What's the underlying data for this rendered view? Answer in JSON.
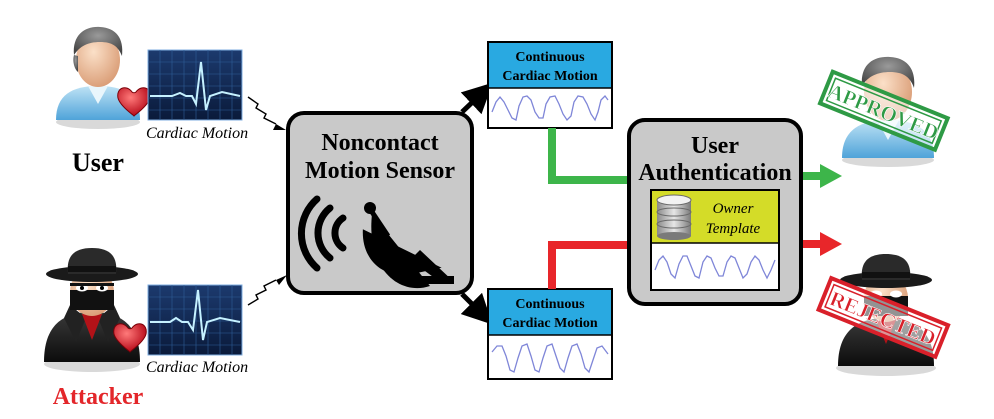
{
  "labels": {
    "user": "User",
    "attacker": "Attacker",
    "cardiac_motion_top": "Cardiac Motion",
    "cardiac_motion_bottom": "Cardiac Motion"
  },
  "sensor": {
    "line1": "Noncontact",
    "line2": "Motion Sensor"
  },
  "motion_top": {
    "line1": "Continuous",
    "line2": "Cardiac Motion"
  },
  "motion_bottom": {
    "line1": "Continuous",
    "line2": "Cardiac Motion"
  },
  "auth": {
    "line1": "User",
    "line2": "Authentication",
    "template_line1": "Owner",
    "template_line2": "Template"
  },
  "stamps": {
    "approved": "APPROVED",
    "rejected": "REJECTED"
  },
  "colors": {
    "approved_path": "#3db54a",
    "rejected_path": "#e8262a",
    "panel_header": "#29a9e1",
    "template_bg": "#d4dc28",
    "attacker_label": "#e3262a",
    "sensor_box": "#c9c9c9"
  }
}
